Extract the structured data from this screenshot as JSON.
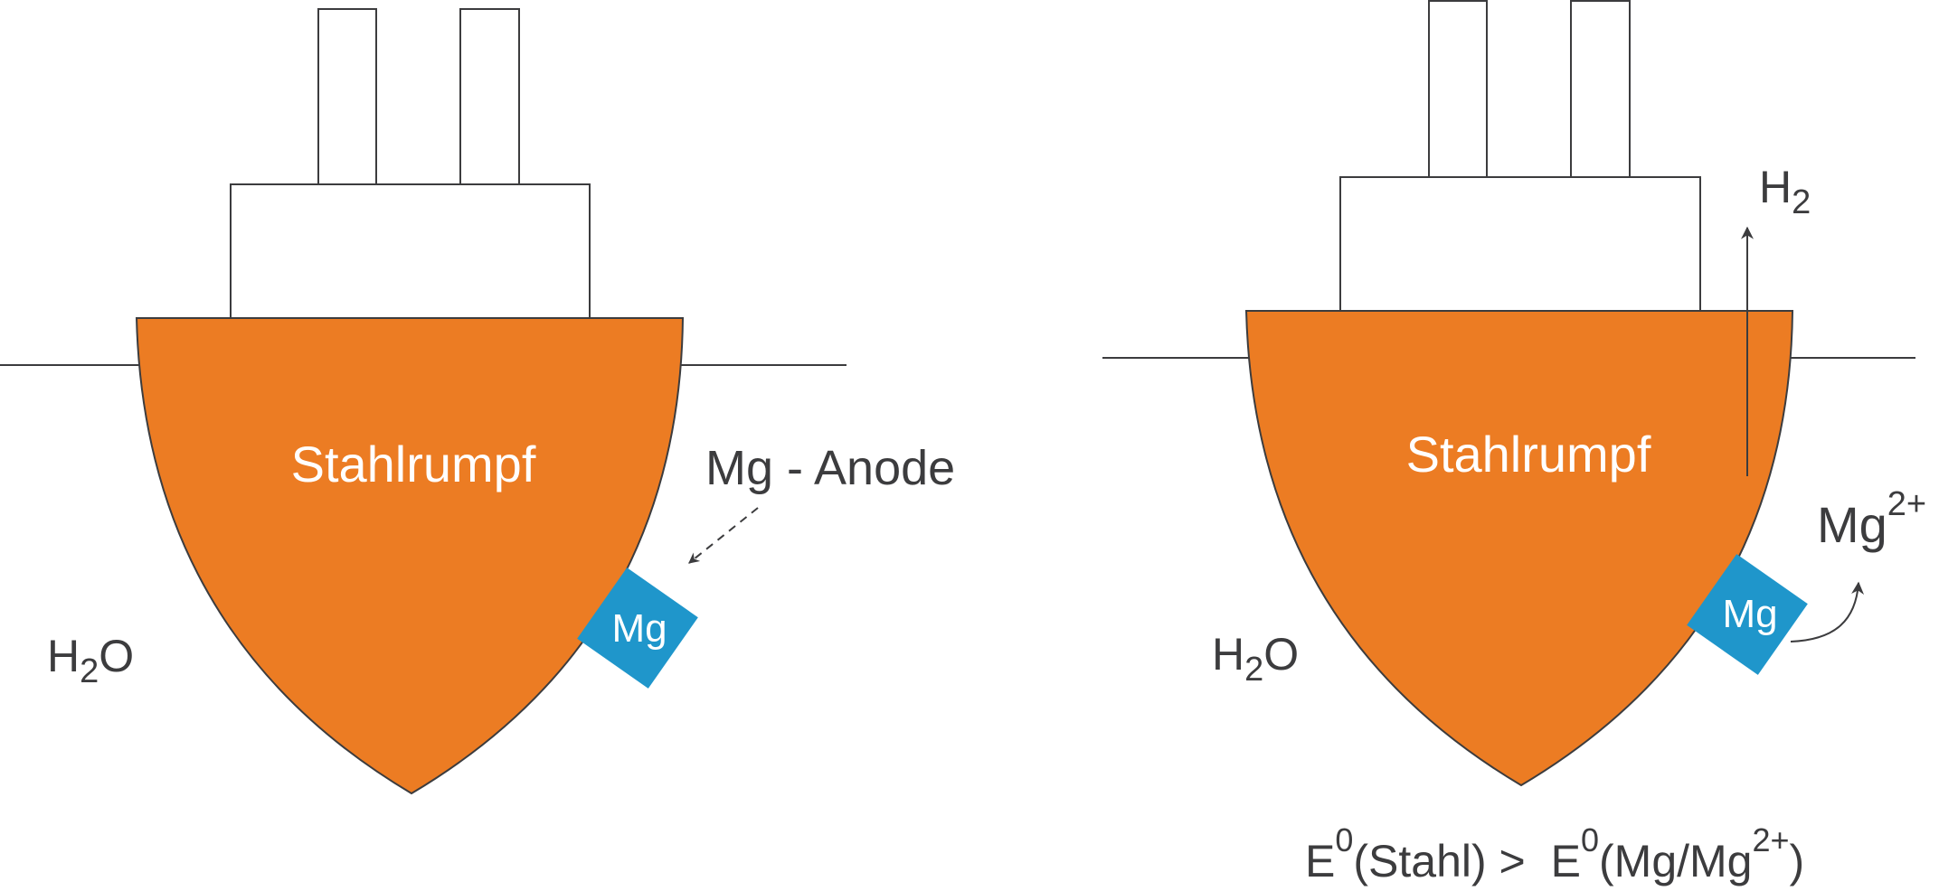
{
  "colors": {
    "hull": "#ec7c23",
    "anode": "#1f96cb",
    "stroke": "#3c3c3e",
    "text": "#3c3c3e"
  },
  "left": {
    "hull_label": "Stahlrumpf",
    "anode_label": "Mg",
    "anode_callout": "Mg - Anode",
    "water": {
      "base": "H",
      "sub": "2",
      "rest": "O"
    }
  },
  "right": {
    "hull_label": "Stahlrumpf",
    "anode_label": "Mg",
    "gas": {
      "base": "H",
      "sub": "2"
    },
    "ion": {
      "base": "Mg",
      "sup": "2+"
    },
    "water": {
      "base": "H",
      "sub": "2",
      "rest": "O"
    },
    "equation": {
      "e1": "E",
      "sup1": "0",
      "part1": "(Stahl) > ",
      "e2": "E",
      "sup2": "0",
      "part2": "(Mg/Mg",
      "sup3": "2+",
      "close": ")"
    }
  }
}
